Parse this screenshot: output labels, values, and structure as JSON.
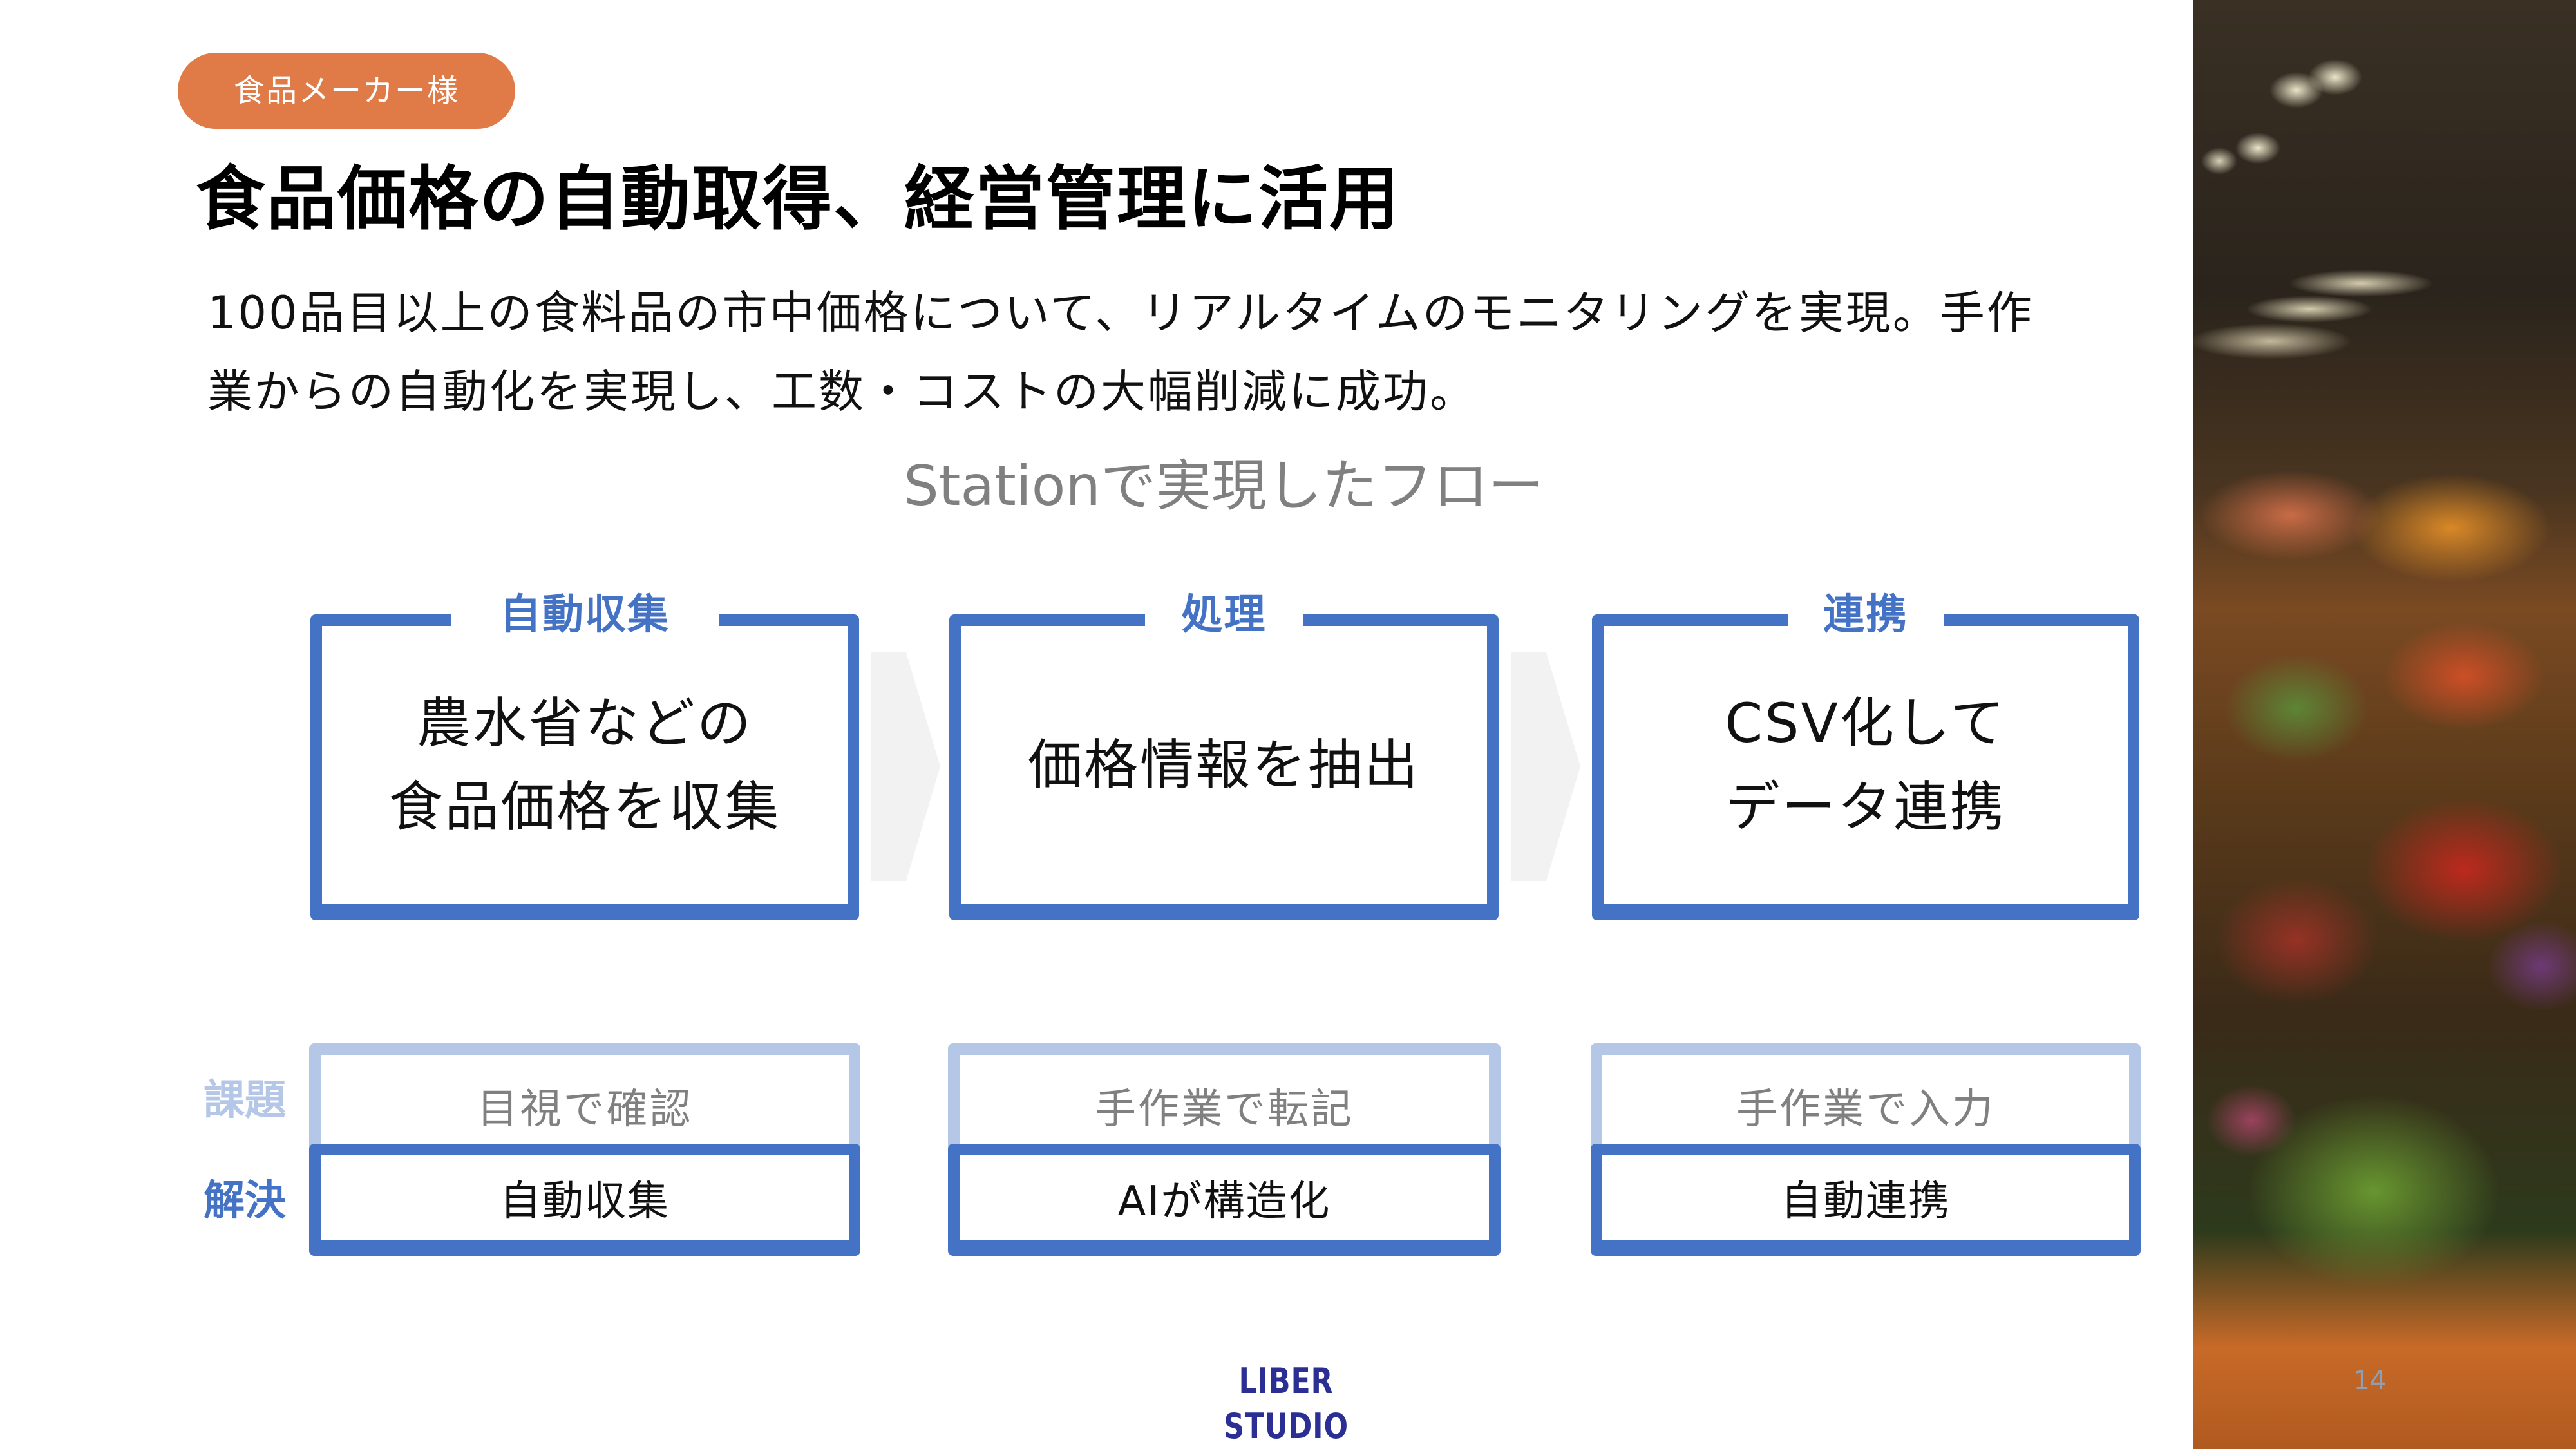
{
  "slide": {
    "client_badge": "食品メーカー様",
    "title": "食品価格の自動取得、経営管理に活用",
    "description_lines": [
      "100品目以上の食料品の市中価格について、リアルタイムのモニタリングを実現。手作",
      "業からの自動化を実現し、工数・コストの大幅削減に成功。"
    ],
    "flow_title": "Stationで実現したフロー",
    "flow_steps": [
      {
        "label": "自動収集",
        "content": "農水省などの\n食品価格を収集"
      },
      {
        "label": "処理",
        "content": "価格情報を抽出"
      },
      {
        "label": "連携",
        "content": "CSV化して\nデータ連携"
      }
    ],
    "row_labels": {
      "problem": "課題",
      "solution": "解決"
    },
    "comparison": [
      {
        "problem": "目視で確認",
        "solution": "自動収集"
      },
      {
        "problem": "手作業で転記",
        "solution": "AIが構造化"
      },
      {
        "problem": "手作業で入力",
        "solution": "自動連携"
      }
    ],
    "footer_logo": "LIBER STUDIO",
    "page_number": "14",
    "photo_description": "blurred market produce stall with fruits and vegetables",
    "colors": {
      "badge": "#E07B47",
      "accent_blue": "#4472C4",
      "light_blue": "#B4C7E7",
      "logo": "#2B2F93",
      "muted_text": "#808080",
      "arrow": "#F2F2F2"
    }
  }
}
